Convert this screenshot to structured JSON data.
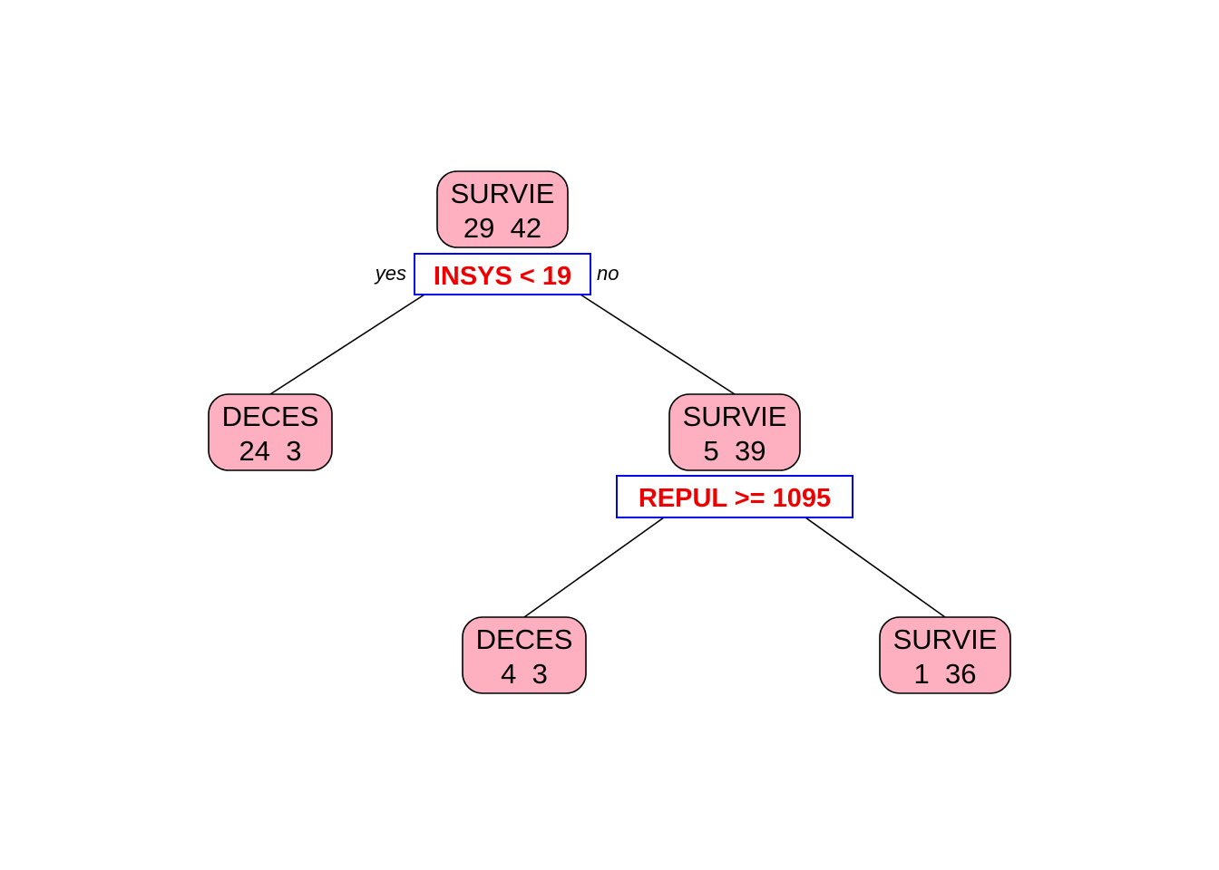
{
  "tree": {
    "edge_labels": {
      "yes": "yes",
      "no": "no"
    },
    "nodes": [
      {
        "id": "root",
        "class_label": "SURVIE",
        "counts": "29  42"
      },
      {
        "id": "left",
        "class_label": "DECES",
        "counts": "24  3"
      },
      {
        "id": "right",
        "class_label": "SURVIE",
        "counts": "5  39"
      },
      {
        "id": "right-left",
        "class_label": "DECES",
        "counts": "4  3"
      },
      {
        "id": "right-right",
        "class_label": "SURVIE",
        "counts": "1  36"
      }
    ],
    "splits": [
      {
        "id": "root-split",
        "rule": "INSYS < 19"
      },
      {
        "id": "right-split",
        "rule": "REPUL >= 1095"
      }
    ]
  },
  "colors": {
    "node_fill": "#ffb0c0",
    "split_border": "#0000ee",
    "split_text": "#ee0000"
  }
}
